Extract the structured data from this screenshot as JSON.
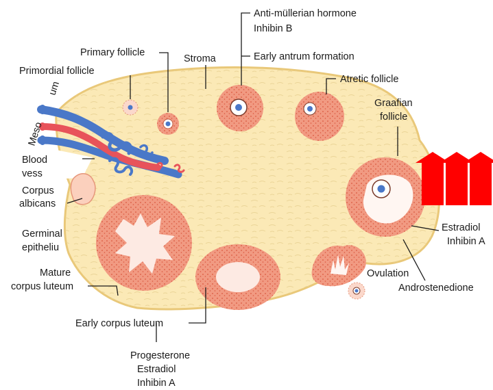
{
  "labels": {
    "mesovarium": "Meso",
    "mesovarium_tail": "um",
    "blood_vessels_1": "Blood",
    "blood_vessels_2": "vess",
    "corpus_albicans_1": "Corpus",
    "corpus_albicans_2": "albicans",
    "germinal_1": "Germinal",
    "germinal_2": "epitheliu",
    "mature_cl_1": "Mature",
    "mature_cl_2": "corpus luteum",
    "early_cl": "Early corpus luteum",
    "cl_hormones": [
      "Progesterone",
      "Estradiol",
      "Inhibin A"
    ],
    "primordial": "Primordial follicle",
    "primary": "Primary follicle",
    "stroma": "Stroma",
    "amh_1": "Anti-müllerian hormone",
    "amh_2": "Inhibin B",
    "early_antrum": "Early antrum formation",
    "atretic": "Atretic follicle",
    "graafian_1": "Graafian",
    "graafian_2": "follicle",
    "estradiol": "Estradiol",
    "inhibin_a": "Inhibin A",
    "ovulation": "Ovulation",
    "androstenedione": "Androstenedione"
  },
  "colors": {
    "ovary_fill": "#fbe9b6",
    "ovary_edge": "#e9c879",
    "follicle": "#f19a82",
    "follicle_light": "#fbd8cb",
    "artery": "#e8535a",
    "vein": "#4a78c8",
    "arrow_red": "#ff0000"
  }
}
